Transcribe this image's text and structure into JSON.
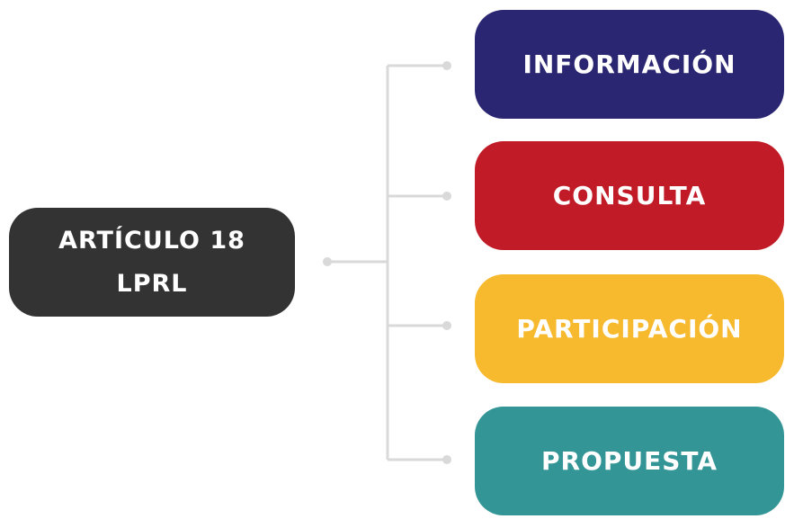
{
  "root": {
    "line1": "ARTÍCULO 18",
    "line2": "LPRL",
    "color": "#333333"
  },
  "branches": [
    {
      "label": "INFORMACIÓN",
      "color": "#2b2672"
    },
    {
      "label": "CONSULTA",
      "color": "#c11b27"
    },
    {
      "label": "PARTICIPACIÓN",
      "color": "#f7ba2f"
    },
    {
      "label": "PROPUESTA",
      "color": "#339595"
    }
  ],
  "connector_color": "#d9d9d9"
}
